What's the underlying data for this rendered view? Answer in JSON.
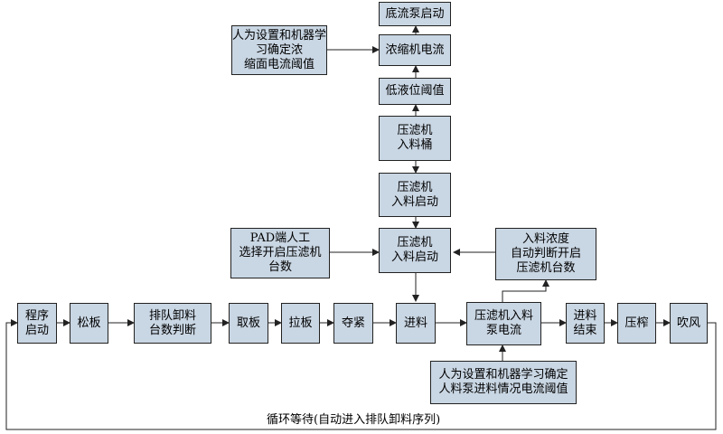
{
  "nodes": {
    "bottom_pump_start": "底流泵启动",
    "thickener_current": "浓缩机电流",
    "mud_threshold_setting": "人为设置和机器学习确定浓\n缩面电流阈值",
    "low_level_threshold": "低液位阈值",
    "filter_feed_tank": "压滤机\n入料桶",
    "filter_feed_start_upper": "压滤机\n入料启动",
    "filter_feed_start_main": "压滤机\n入料启动",
    "pad_manual_select": "PAD端人工\n选择开启压滤机\n台数",
    "feed_concentration_decide": "入料浓度\n自动判断开启\n压滤机台数",
    "program_start": "程序\n启动",
    "loosen_plate": "松板",
    "queue_unload_count": "排队卸料\n台数判断",
    "take_plate": "取板",
    "pull_plate": "拉板",
    "clamp": "夺紧",
    "feed": "进料",
    "filter_feed_pump_current": "压滤机入料\n泵电流",
    "feed_end": "进料\n结束",
    "squeeze": "压榨",
    "blow_air": "吹风",
    "pump_current_threshold_setting": "人为设置和机器学习确定\n人料泵进料情况电流阈值"
  },
  "loop_label": "循环等待(自动进入排队卸料序列)"
}
